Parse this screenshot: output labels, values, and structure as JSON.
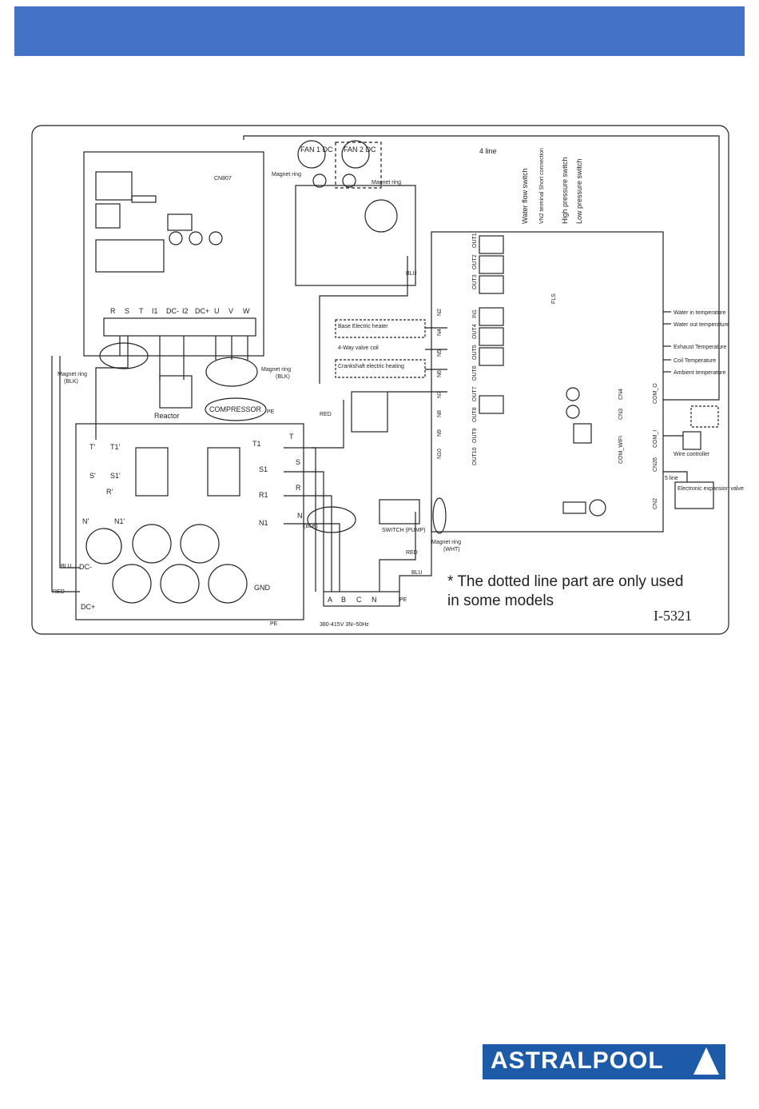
{
  "header": {
    "color": "#4472c4"
  },
  "diagram": {
    "id_code": "I-5321",
    "note": "* The dotted line part are only used in some models",
    "supply": "380-415V 3N~50Hz",
    "compressor": "COMPRESSOR",
    "reactor": "Reactor",
    "fan1": "FAN 1 DC",
    "fan2": "FAN 2 DC",
    "four_line": "4 line",
    "five_line": "5 line",
    "magnet_ring": "Magnet ring",
    "blk": "(BLK)",
    "wht": "(WHT)",
    "switch_pump": "SWITCH (PUMP)",
    "wire_controller": "Wire controller",
    "eev": "Electronic expansion valve",
    "pe": "PE",
    "gnd": "GND",
    "terminals": [
      "R",
      "S",
      "T",
      "I1",
      "DC-",
      "I2",
      "DC+",
      "U",
      "V",
      "W"
    ],
    "supply_terminals": [
      "A",
      "B",
      "C",
      "N"
    ],
    "switches": [
      "Water flow switch",
      "VN2 terminal Short connection",
      "High pressure switch",
      "Low pressure switch"
    ],
    "sensors": [
      "Water in temperature",
      "Water out temperature",
      "Exhaust Temperature",
      "Coil Temperature",
      "Ambient temperature"
    ],
    "loads": [
      "Base Electric heater",
      "4-Way valve coil",
      "Crankshaft electric heating"
    ],
    "outs": [
      "OUT1",
      "OUT2",
      "OUT3",
      "IN1",
      "OUT4",
      "OUT5",
      "OUT6",
      "OUT7",
      "OUT8",
      "OUT9",
      "OUT10"
    ],
    "ins": [
      "N2",
      "N4",
      "N5",
      "N6",
      "N7",
      "N8",
      "N9",
      "N10"
    ],
    "coms": [
      "COM_WIFI",
      "CN3",
      "CN4",
      "COM_I",
      "COM_O",
      "CN26",
      "CN2"
    ],
    "drv": [
      "T",
      "S1",
      "R1",
      "N1",
      "T1",
      "S",
      "R",
      "N"
    ],
    "drv_left": [
      "T'",
      "T1'",
      "S'",
      "S1'",
      "R'",
      "N'",
      "N1'"
    ],
    "dc_left": [
      "BLU",
      "DC-",
      "RED",
      "DC+"
    ],
    "wire_colors": [
      "RED",
      "BLU",
      "BLK",
      "WHT"
    ],
    "cn807": "CN807",
    "fls": "FLS"
  },
  "logo": {
    "text": "ASTRALPOOL",
    "color": "#1d5aa8"
  }
}
